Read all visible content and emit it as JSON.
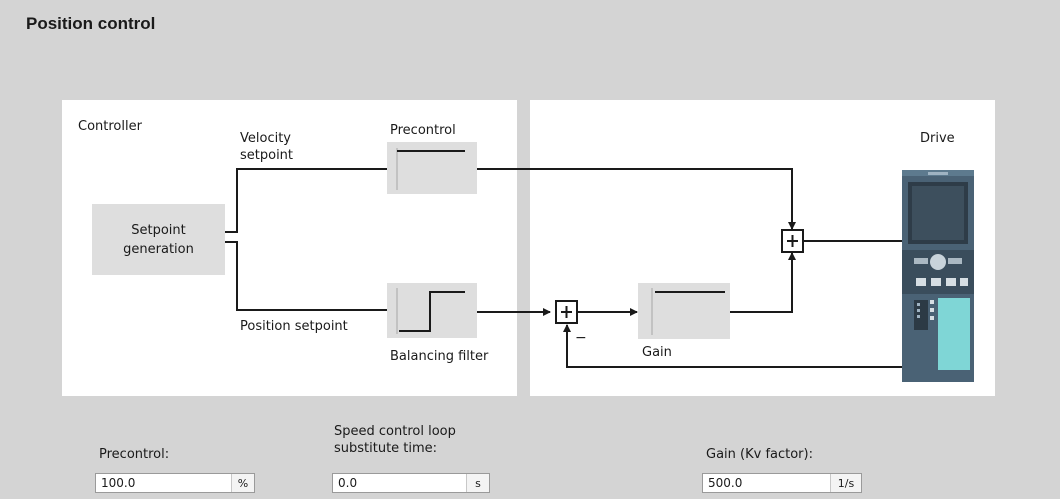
{
  "page_title": "Position control",
  "diagram": {
    "controller_label": "Controller",
    "velocity_setpoint_label": "Velocity\nsetpoint",
    "precontrol_block_label": "Precontrol",
    "setpoint_generation_label": "Setpoint\ngeneration",
    "position_setpoint_label": "Position setpoint",
    "balancing_filter_label": "Balancing filter",
    "gain_block_label": "Gain",
    "drive_label": "Drive",
    "minus_sign": "−"
  },
  "fields": {
    "precontrol": {
      "label": "Precontrol:",
      "value": "100.0",
      "unit": "%"
    },
    "speed_loop_time": {
      "label": "Speed control loop\nsubstitute time:",
      "value": "0.0",
      "unit": "s"
    },
    "gain_kv": {
      "label": "Gain (Kv factor):",
      "value": "500.0",
      "unit": "1/s"
    }
  },
  "colors": {
    "background": "#d4d4d4",
    "panel": "#ffffff",
    "block": "#dedede",
    "drive_body": "#4a6275",
    "drive_accent": "#7fd6d6"
  }
}
